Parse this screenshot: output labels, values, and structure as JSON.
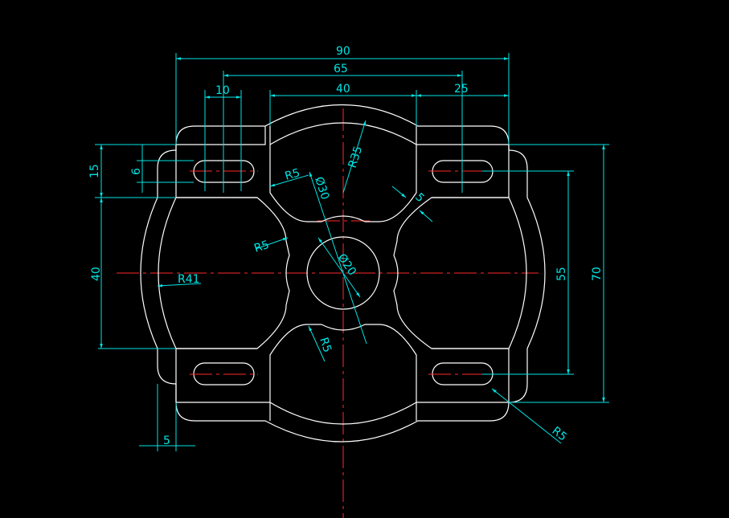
{
  "drawing": {
    "dimensions": {
      "overall_width": "90",
      "slot_span": "65",
      "top_notch_width": "40",
      "slot_offset_right": "25",
      "slot_length": "10",
      "slot_center_height": "15",
      "slot_width": "6",
      "left_straight_height": "40",
      "overall_height": "70",
      "slot_vertical_span": "55",
      "left_step": "5",
      "outer_radius": "R41",
      "big_arc_radius": "R35",
      "fillet_top": "R5",
      "fillet_left": "R5",
      "fillet_bottom": "R5",
      "fillet_corner": "R5",
      "small_circle_dia": "Ø20",
      "medium_dia": "Ø30",
      "rib_width": "5"
    },
    "colors": {
      "background": "#000000",
      "geometry": "#ffffff",
      "dimension": "#00e5e5",
      "centerline": "#ff2a2a"
    }
  }
}
